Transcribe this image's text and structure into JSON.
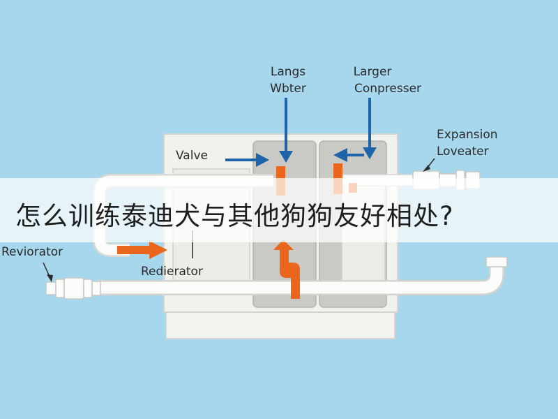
{
  "labels": {
    "langs_water_line1": "Langs",
    "langs_water_line2": "Wbter",
    "larger_compresser_line1": "Larger",
    "larger_compresser_line2": "Conpresser",
    "expansion_line1": "Expansion",
    "expansion_line2": "Loveater",
    "valve": "Valve",
    "reviorator": "Reviorator",
    "redierator": "Redierator"
  },
  "banner": {
    "text": "怎么训练泰迪犬与其他狗狗友好相处?"
  },
  "colors": {
    "background": "#a7d7ec",
    "housing": "#f1f1ee",
    "panel": "#c9c9c6",
    "pipe": "#fbfbf9",
    "orange": "#e9661c",
    "blue": "#1f63a8"
  }
}
